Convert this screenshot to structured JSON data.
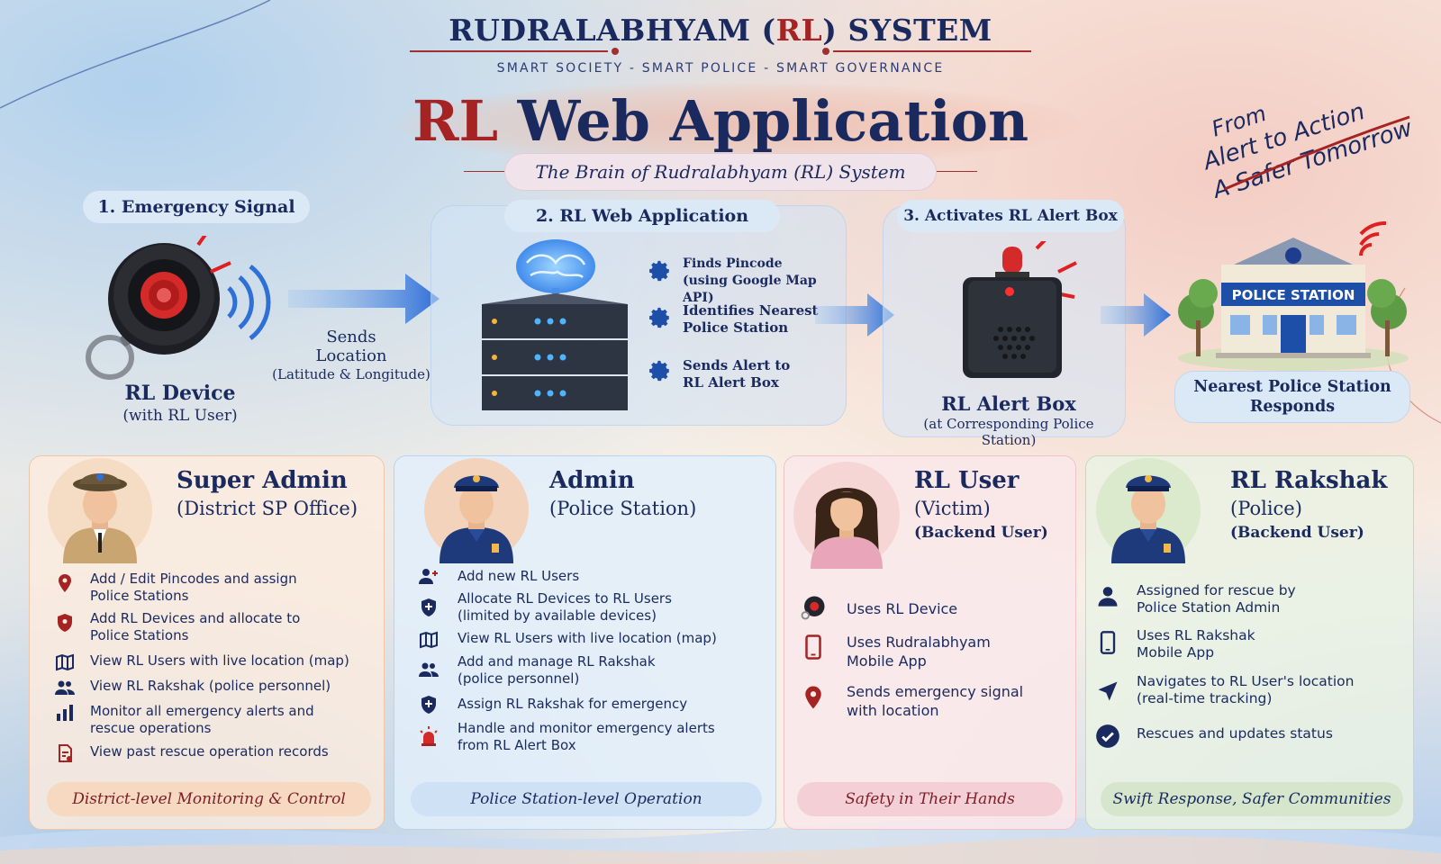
{
  "header": {
    "system_title_pre": "RUDRALABHYAM (",
    "system_title_rl": "RL",
    "system_title_post": ") SYSTEM",
    "tagline": "SMART SOCIETY - SMART POLICE - SMART GOVERNANCE",
    "hero_rl": "RL",
    "hero_rest": " Web Application",
    "subtitle": "The Brain of Rudralabhyam (RL) System"
  },
  "slogan": {
    "line1": "From",
    "line2": "Alert to Action",
    "line3": "A Safer Tomorrow"
  },
  "flow": {
    "step1": {
      "label": "1. Emergency Signal",
      "device_name": "RL Device",
      "device_sub": "(with RL User)"
    },
    "transfer": {
      "line1": "Sends",
      "line2": "Location",
      "line3": "(Latitude & Longitude)"
    },
    "step2": {
      "label": "2. RL Web Application",
      "features": [
        {
          "line1": "Finds Pincode",
          "line2": "(using Google Map API)"
        },
        {
          "line1": "Identifies Nearest",
          "line2": "Police Station"
        },
        {
          "line1": "Sends Alert to",
          "line2": "RL Alert Box"
        }
      ]
    },
    "step3": {
      "label": "3. Activates RL Alert Box",
      "box_name": "RL Alert Box",
      "box_sub": "(at Corresponding Police Station)"
    },
    "step4": {
      "sign": "POLICE STATION",
      "line1": "Nearest Police Station",
      "line2": "Responds"
    }
  },
  "roles": [
    {
      "title": "Super Admin",
      "subtitle": "(District SP Office)",
      "items": [
        {
          "icon": "location-pin-icon",
          "line1": "Add / Edit Pincodes and assign",
          "line2": "Police Stations"
        },
        {
          "icon": "shield-pin-icon",
          "line1": "Add RL Devices and allocate to",
          "line2": "Police Stations"
        },
        {
          "icon": "map-icon",
          "line1": "View RL Users with live location (map)",
          "line2": ""
        },
        {
          "icon": "people-icon",
          "line1": "View RL Rakshak (police personnel)",
          "line2": ""
        },
        {
          "icon": "bar-chart-icon",
          "line1": "Monitor all emergency alerts and",
          "line2": "rescue operations"
        },
        {
          "icon": "records-icon",
          "line1": "View past rescue operation records",
          "line2": ""
        }
      ],
      "footer": "District-level Monitoring & Control"
    },
    {
      "title": "Admin",
      "subtitle": "(Police Station)",
      "items": [
        {
          "icon": "add-user-icon",
          "line1": "Add new RL Users",
          "line2": ""
        },
        {
          "icon": "shield-icon",
          "line1": "Allocate RL Devices to RL Users",
          "line2": "(limited by available devices)"
        },
        {
          "icon": "map-icon",
          "line1": "View RL Users with live location (map)",
          "line2": ""
        },
        {
          "icon": "people-icon",
          "line1": "Add and manage RL Rakshak",
          "line2": "(police personnel)"
        },
        {
          "icon": "shield-icon",
          "line1": "Assign RL Rakshak for emergency",
          "line2": ""
        },
        {
          "icon": "siren-icon",
          "line1": "Handle and monitor emergency alerts",
          "line2": "from RL Alert Box"
        }
      ],
      "footer": "Police Station-level Operation"
    },
    {
      "title": "RL User",
      "subtitle": "(Victim)",
      "subtitle2": "(Backend User)",
      "items": [
        {
          "icon": "rl-device-icon",
          "line1": "Uses RL Device",
          "line2": ""
        },
        {
          "icon": "phone-icon",
          "line1": "Uses Rudralabhyam",
          "line2": "Mobile App"
        },
        {
          "icon": "location-pin-icon",
          "line1": "Sends emergency signal",
          "line2": "with location"
        }
      ],
      "footer": "Safety in Their Hands"
    },
    {
      "title": "RL Rakshak",
      "subtitle": "(Police)",
      "subtitle2": "(Backend User)",
      "items": [
        {
          "icon": "user-icon",
          "line1": "Assigned for rescue by",
          "line2": "Police Station Admin"
        },
        {
          "icon": "phone-icon",
          "line1": "Uses RL Rakshak",
          "line2": "Mobile App"
        },
        {
          "icon": "navigation-icon",
          "line1": "Navigates to RL User's location",
          "line2": "(real-time tracking)"
        },
        {
          "icon": "check-circle-icon",
          "line1": "Rescues and updates status",
          "line2": ""
        }
      ],
      "footer": "Swift Response, Safer Communities"
    }
  ],
  "colors": {
    "navy": "#1a2a5e",
    "accent_red": "#a52323",
    "signal_blue": "#2f6fd8"
  }
}
